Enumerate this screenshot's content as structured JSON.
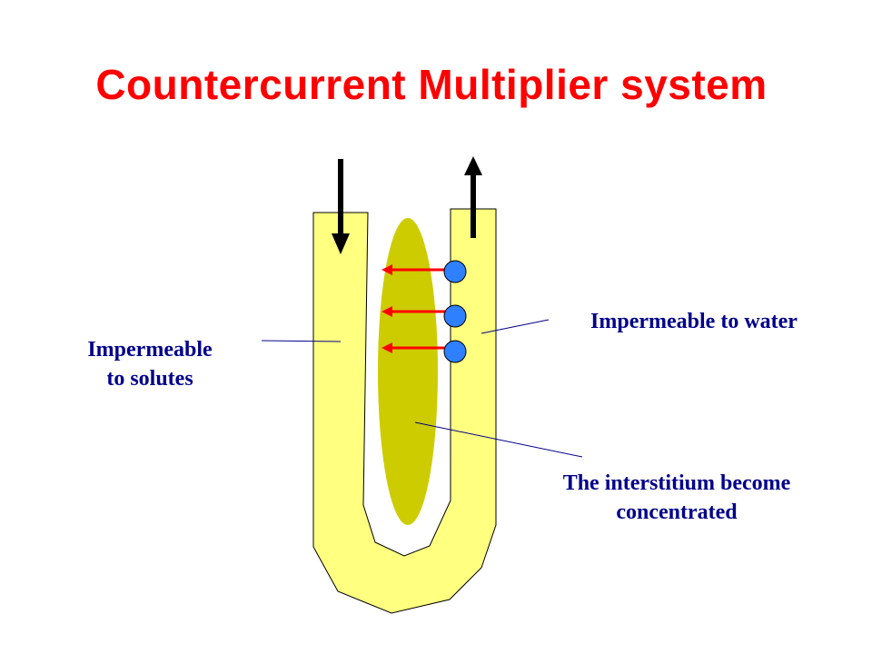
{
  "title": "Countercurrent Multiplier system",
  "labels": {
    "solutes": [
      "Impermeable",
      "to solutes"
    ],
    "water": "Impermeable to water",
    "interstitium": [
      "The interstitium become",
      "concentrated"
    ]
  },
  "colors": {
    "title": "#ff0000",
    "label_text": "#00008b",
    "tubule_fill": "#ffff80",
    "interstitium_fill": "#cccc00",
    "transporter_fill": "#2f80ff",
    "transport_arrow": "#ff0000",
    "flow_arrow": "#000000"
  },
  "icons": {
    "flow_in": "down-arrow",
    "flow_out": "up-arrow",
    "transporter": "blue-circle",
    "transport": "left-arrow"
  }
}
